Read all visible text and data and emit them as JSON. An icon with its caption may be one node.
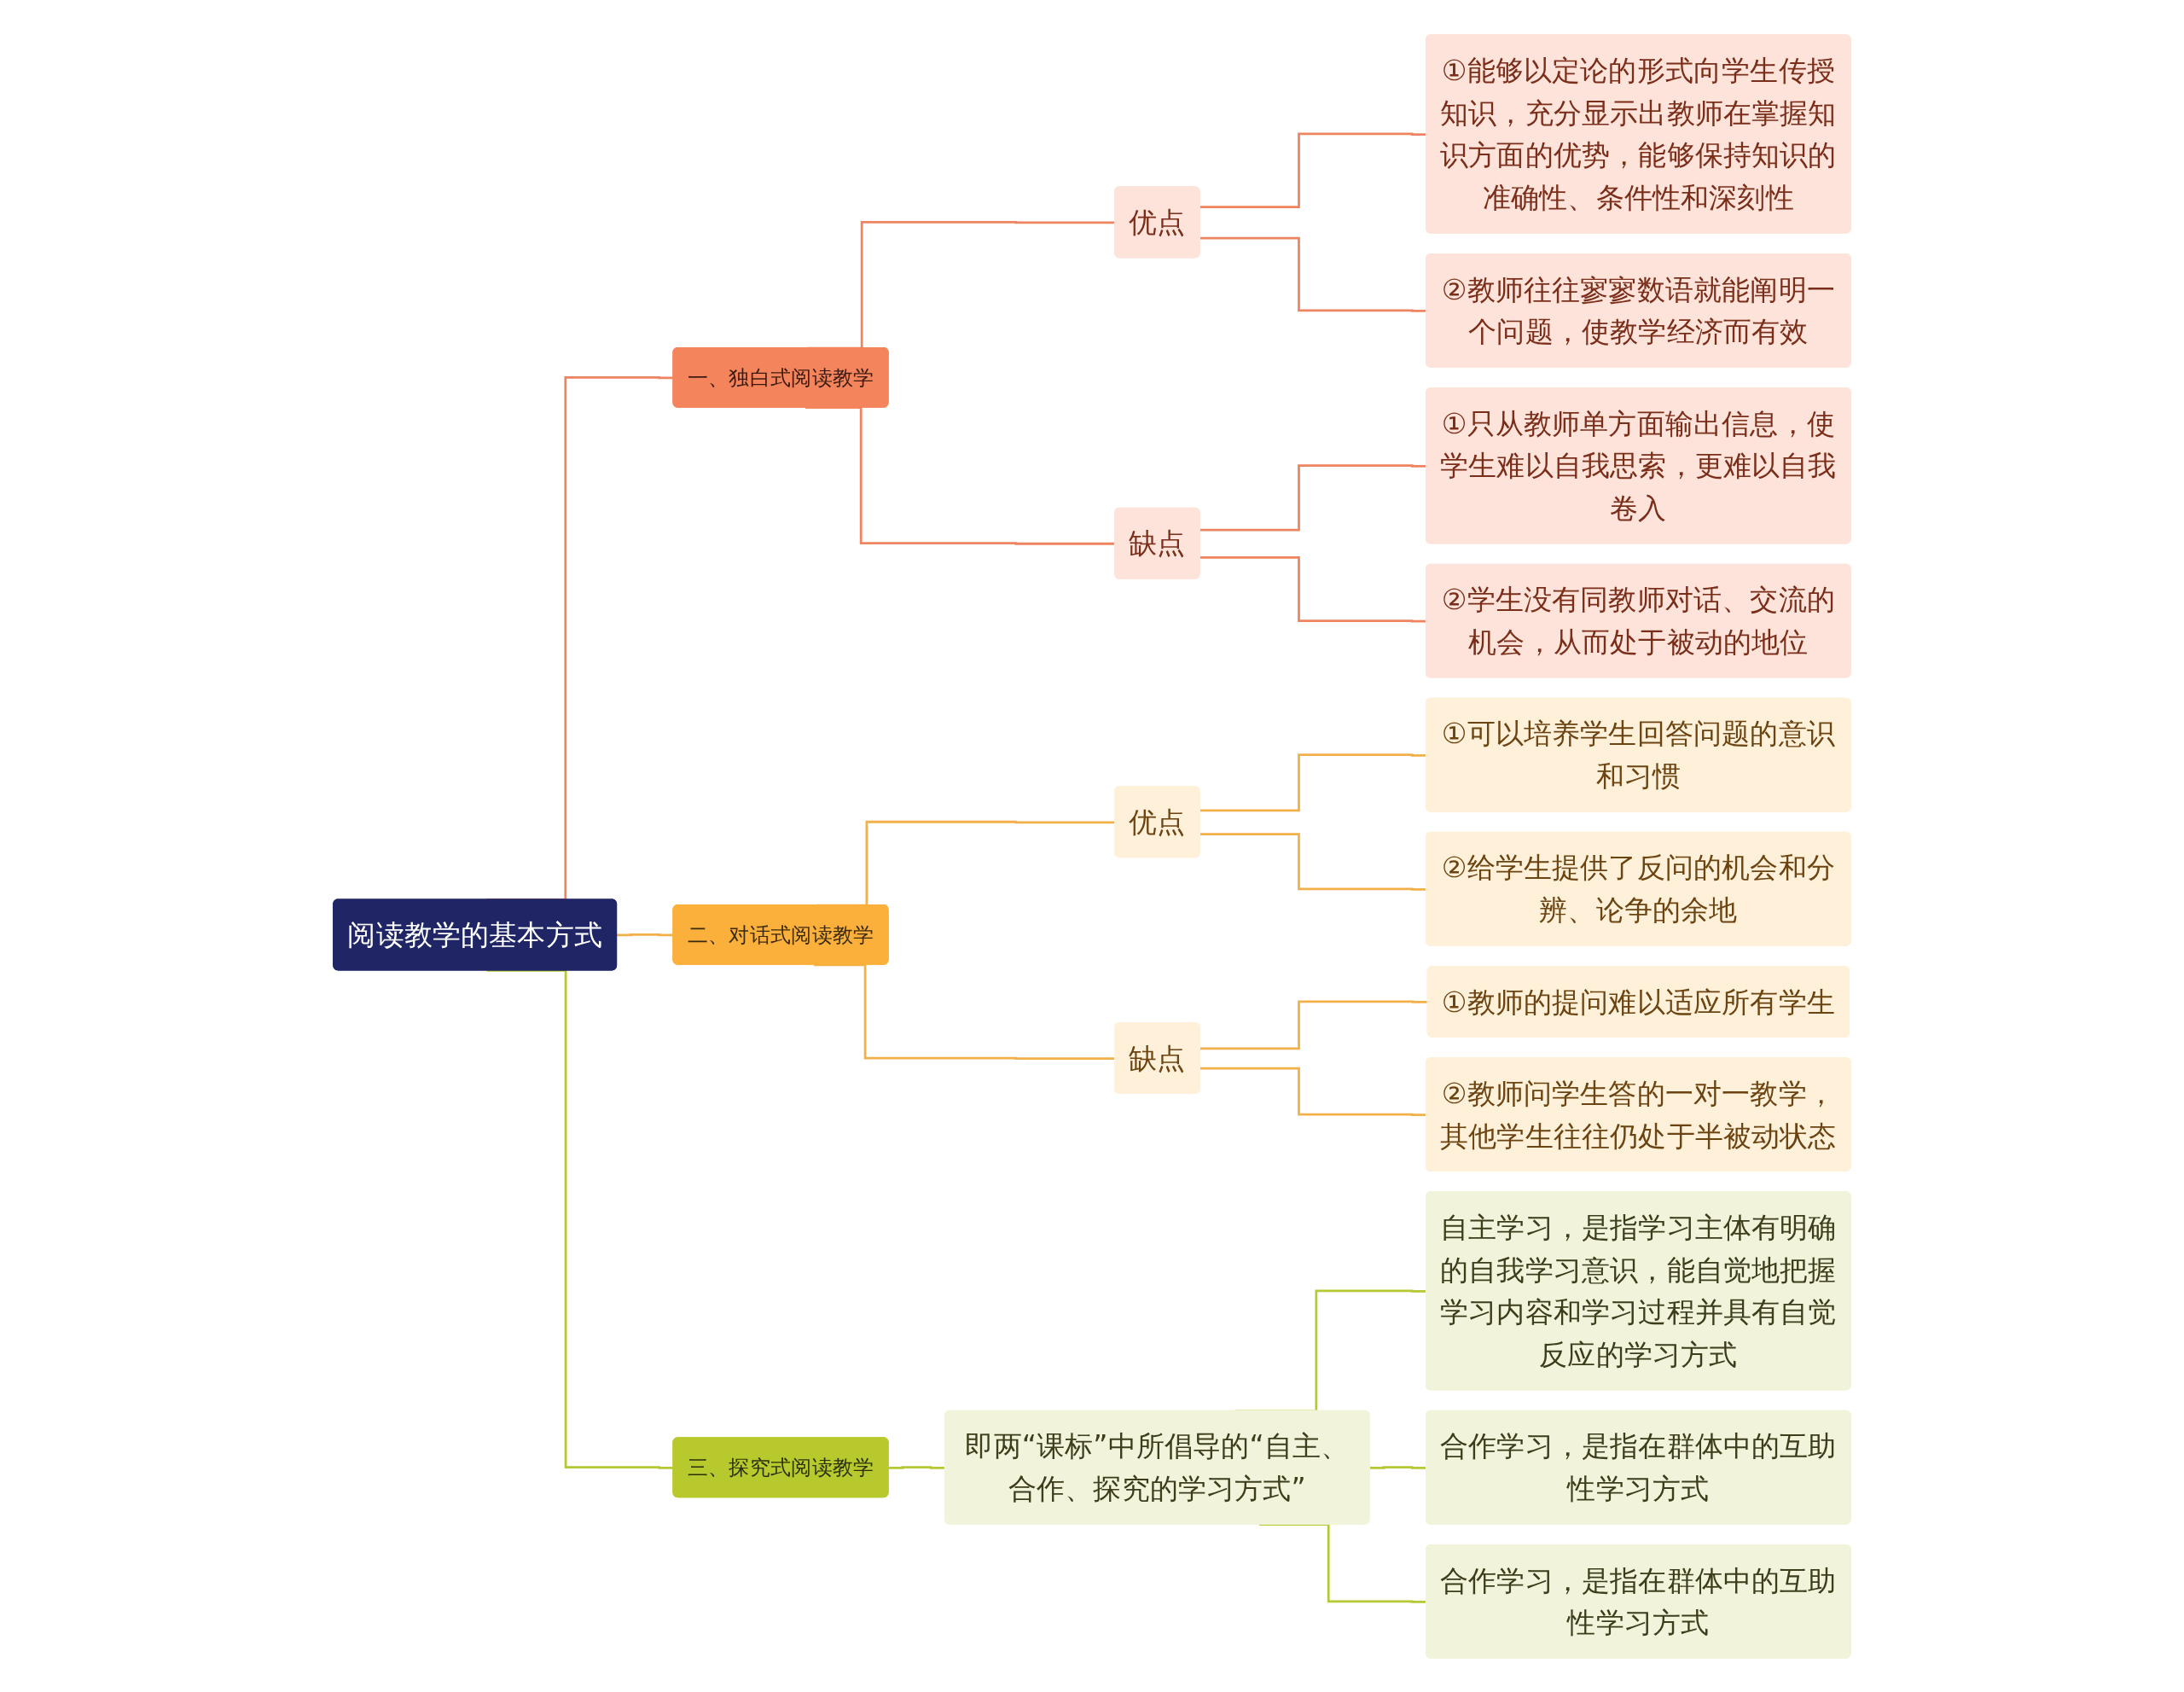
{
  "diagram": {
    "nodes": [
      {
        "text": [
          "阅读教学的基本方式"
        ]
      },
      {
        "text": [
          "一、独白式阅读教学"
        ]
      },
      {
        "text": [
          "优点"
        ]
      },
      {
        "text": [
          "①能够以定论的形式向学生传授知识，充分显示出教师在掌握知识方面的优势，能够保持知识的准确性、条件性和深刻性"
        ]
      },
      {
        "text": [
          "②教师往往寥寥数语就能阐明一个问题，使教学经济而有效"
        ]
      },
      {
        "text": [
          "缺点"
        ]
      },
      {
        "text": [
          "①只从教师单方面输出信息，使学生难以自我思索，更难以自我卷入"
        ]
      },
      {
        "text": [
          "②学生没有同教师对话、交流的机会，从而处于被动的地位"
        ]
      },
      {
        "text": [
          "二、对话式阅读教学"
        ]
      },
      {
        "text": [
          "优点"
        ]
      },
      {
        "text": [
          "①可以培养学生回答问题的意识和习惯"
        ]
      },
      {
        "text": [
          "②给学生提供了反问的机会和分辨、论争的余地"
        ]
      },
      {
        "text": [
          "缺点"
        ]
      },
      {
        "text": [
          "①教师的提问难以适应所有学生"
        ]
      },
      {
        "text": [
          "②教师问学生答的一对一教学，其他学生往往仍处于半被动状态"
        ]
      },
      {
        "text": [
          "三、探究式阅读教学"
        ]
      },
      {
        "text": [
          "即两“课标”中所倡导的“自主、合作、探究的学习方式”"
        ]
      },
      {
        "text": [
          "自主学习，是指学习主体有明确的自我学习意识，能自觉地把握学习内容和学习过程并具有自觉反应的学习方式"
        ]
      },
      {
        "text": [
          "合作学习，是指在群体中的互助性学习方式"
        ]
      },
      {
        "text": [
          "合作学习，是指在群体中的互助性学习方式"
        ]
      }
    ],
    "edges": [
      {
        "from": 0,
        "to": 1,
        "arrow": "none",
        "color": "#ee8560"
      },
      {
        "from": 1,
        "to": 2,
        "arrow": "none",
        "color": "#ee8560"
      },
      {
        "from": 2,
        "to": 3,
        "arrow": "none",
        "color": "#ee8560"
      },
      {
        "from": 2,
        "to": 4,
        "arrow": "none",
        "color": "#ee8560"
      },
      {
        "from": 1,
        "to": 5,
        "arrow": "none",
        "color": "#ee8560"
      },
      {
        "from": 5,
        "to": 6,
        "arrow": "none",
        "color": "#ee8560"
      },
      {
        "from": 5,
        "to": 7,
        "arrow": "none",
        "color": "#ee8560"
      },
      {
        "from": 0,
        "to": 8,
        "arrow": "none",
        "color": "#f2b04a"
      },
      {
        "from": 8,
        "to": 9,
        "arrow": "none",
        "color": "#f2b04a"
      },
      {
        "from": 9,
        "to": 10,
        "arrow": "none",
        "color": "#f2b04a"
      },
      {
        "from": 9,
        "to": 11,
        "arrow": "none",
        "color": "#f2b04a"
      },
      {
        "from": 8,
        "to": 12,
        "arrow": "none",
        "color": "#f2b04a"
      },
      {
        "from": 12,
        "to": 13,
        "arrow": "none",
        "color": "#f2b04a"
      },
      {
        "from": 12,
        "to": 14,
        "arrow": "none",
        "color": "#f2b04a"
      },
      {
        "from": 0,
        "to": 15,
        "arrow": "none",
        "color": "#b6c833"
      },
      {
        "from": 15,
        "to": 16,
        "arrow": "none",
        "color": "#b6c833"
      },
      {
        "from": 16,
        "to": 17,
        "arrow": "none",
        "color": "#b6c833"
      },
      {
        "from": 16,
        "to": 18,
        "arrow": "none",
        "color": "#b6c833"
      },
      {
        "from": 16,
        "to": 19,
        "arrow": "none",
        "color": "#b6c833"
      }
    ]
  }
}
